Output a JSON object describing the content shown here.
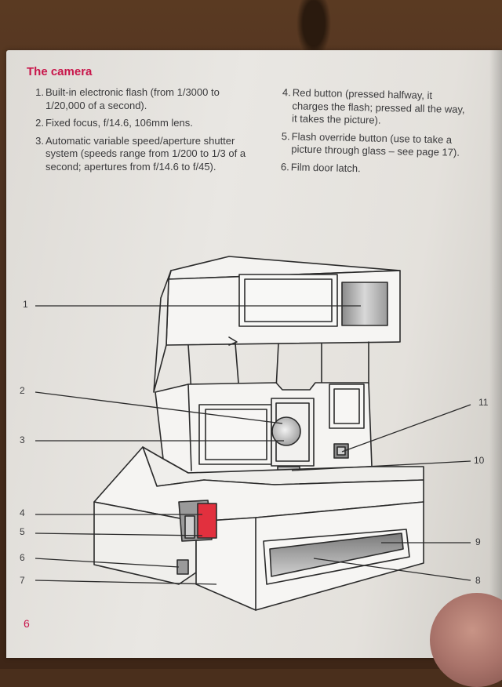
{
  "heading": "The camera",
  "left_items": [
    {
      "num": "1.",
      "text": "Built-in electronic flash (from 1/3000 to 1/20,000 of a second)."
    },
    {
      "num": "2.",
      "text": "Fixed focus, f/14.6, 106mm lens."
    },
    {
      "num": "3.",
      "text": "Automatic variable speed/aperture shutter system (speeds range from 1/200 to 1/3 of a second; apertures from f/14.6 to f/45)."
    }
  ],
  "right_items": [
    {
      "num": "4.",
      "text": "Red button (pressed halfway, it charges the flash; pressed all the way, it takes the picture)."
    },
    {
      "num": "5.",
      "text": "Flash override button (use to take a picture through glass – see page 17)."
    },
    {
      "num": "6.",
      "text": "Film door latch."
    }
  ],
  "callouts": {
    "c1": "1",
    "c2": "2",
    "c3": "3",
    "c4": "4",
    "c5": "5",
    "c6": "6",
    "c7": "7",
    "c8": "8",
    "c9": "9",
    "c10": "10",
    "c11": "11"
  },
  "page_number": "6",
  "colors": {
    "heading": "#c8154a",
    "button": "#e2303e",
    "line": "#2b2b2b"
  }
}
